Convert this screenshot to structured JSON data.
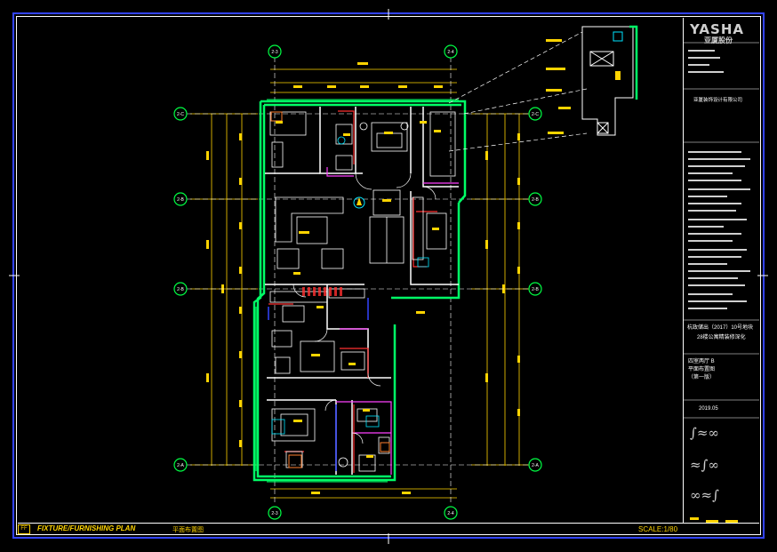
{
  "drawing": {
    "code": "FF",
    "title_en": "FIXTURE/FURNISHING PLAN",
    "title_cn": "平面布置图",
    "scale": "SCALE:1/80"
  },
  "title_block": {
    "logo": "YASHA",
    "logo_sub": "亚厦股份",
    "company": "亚厦装饰设计有限公司",
    "project_line1": "杭政储出（2017）10号地块",
    "project_line2": "28楼公寓精装修深化",
    "sheet_line1": "四室两厅 B",
    "sheet_line2": "平面布置图",
    "sheet_line3": "（第一版）",
    "date": "2019.05"
  },
  "grid_axes": {
    "left": [
      "2-C",
      "2-B",
      "2-B",
      "2-A"
    ],
    "right": [
      "2-C",
      "2-B",
      "2-B",
      "2-A"
    ],
    "top": [
      "2-3",
      "2-4"
    ],
    "bottom": [
      "2-3",
      "2-4"
    ]
  },
  "colors": {
    "frame": "#3344ff",
    "wall": "#00ff66",
    "dimension": "#ffd400",
    "furniture": "#ffffff",
    "accent_red": "#ff3030",
    "accent_magenta": "#ff40ff",
    "accent_cyan": "#00e5ff",
    "accent_blue": "#3344ff"
  }
}
